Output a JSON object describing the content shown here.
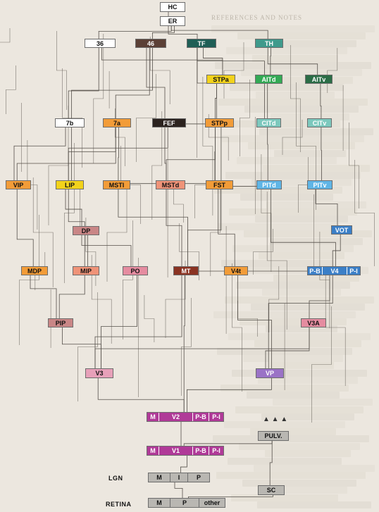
{
  "page_header": "REFERENCES AND NOTES",
  "areas": {
    "HC": "HC",
    "ER": "ER",
    "a36": "36",
    "a46": "46",
    "TF": "TF",
    "TH": "TH",
    "STPa": "STPa",
    "AITd": "AITd",
    "AITv": "AITv",
    "a7b": "7b",
    "a7a": "7a",
    "FEF": "FEF",
    "STPp": "STPp",
    "CITd": "CITd",
    "CITv": "CITv",
    "VIP": "VIP",
    "LIP": "LIP",
    "MSTl": "MSTl",
    "MSTd": "MSTd",
    "FST": "FST",
    "PITd": "PITd",
    "PITv": "PITv",
    "DP": "DP",
    "VOT": "VOT",
    "MDP": "MDP",
    "MIP": "MIP",
    "PO": "PO",
    "MT": "MT",
    "V4t": "V4t",
    "PIP": "PIP",
    "V3A": "V3A",
    "V3": "V3",
    "VP": "VP",
    "PULV": "PULV.",
    "SC": "SC"
  },
  "compound": {
    "V4": [
      "P-B",
      "V4",
      "P-I"
    ],
    "V2": [
      "M",
      "V2",
      "P-B",
      "P-I"
    ],
    "V1": [
      "M",
      "V1",
      "P-B",
      "P-I"
    ],
    "LGN": [
      "M",
      "I",
      "P"
    ],
    "RETINA": [
      "M",
      "P",
      "other"
    ]
  },
  "labels": {
    "LGN": "LGN",
    "RETINA": "RETINA"
  },
  "markers": {
    "pulv_arrows": "▲ ▲ ▲"
  },
  "colors": {
    "wire": "#55504a",
    "background": "#ece7df"
  }
}
